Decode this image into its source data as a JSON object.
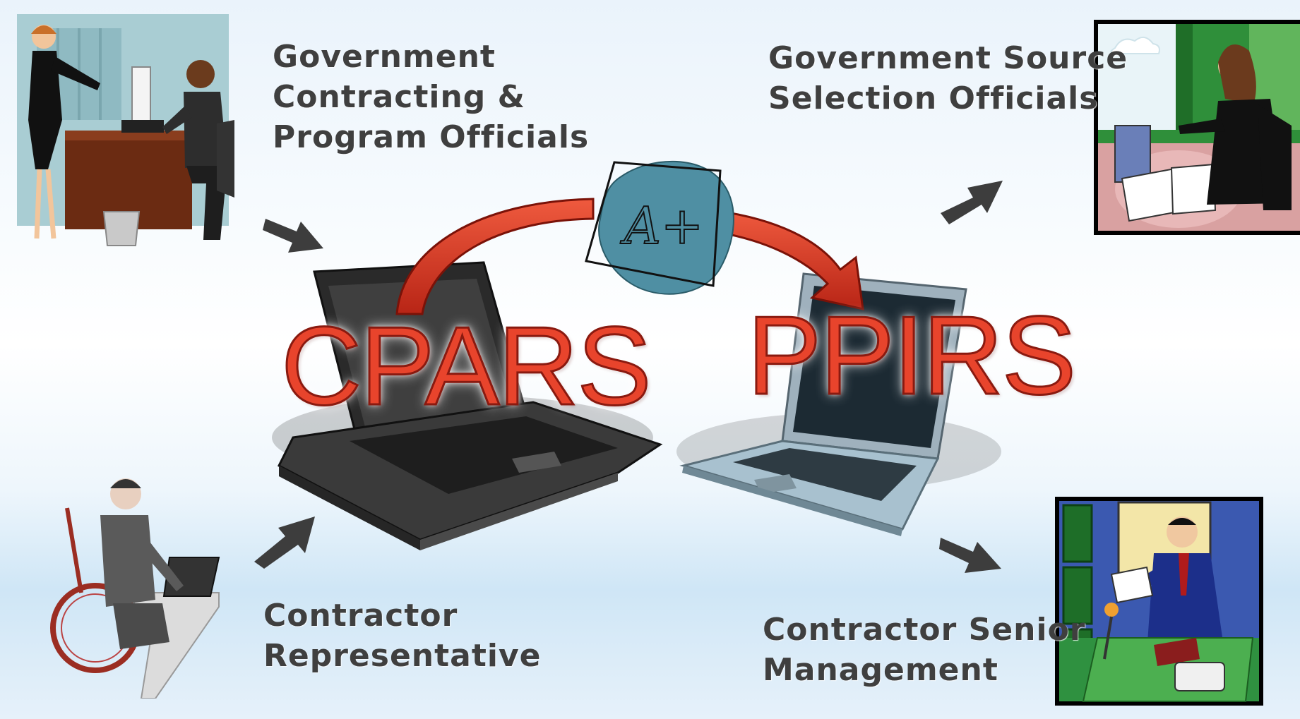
{
  "labels": {
    "gov_contracting": [
      "Government",
      "Contracting &",
      "Program Officials"
    ],
    "gov_source": [
      "Government Source",
      "Selection Officials"
    ],
    "contractor_rep": [
      "Contractor",
      "Representative"
    ],
    "contractor_mgmt": [
      "Contractor Senior",
      "Management"
    ]
  },
  "systems": {
    "left": "CPARS",
    "right": "PPIRS"
  },
  "grade": "A+",
  "colors": {
    "label_text": "#3f3f3f",
    "system_text": "#e8442c",
    "curve_arrow": "#d9331f",
    "direction_arrow": "#3d3d3d",
    "grade_shape": "#4f8fa3"
  }
}
